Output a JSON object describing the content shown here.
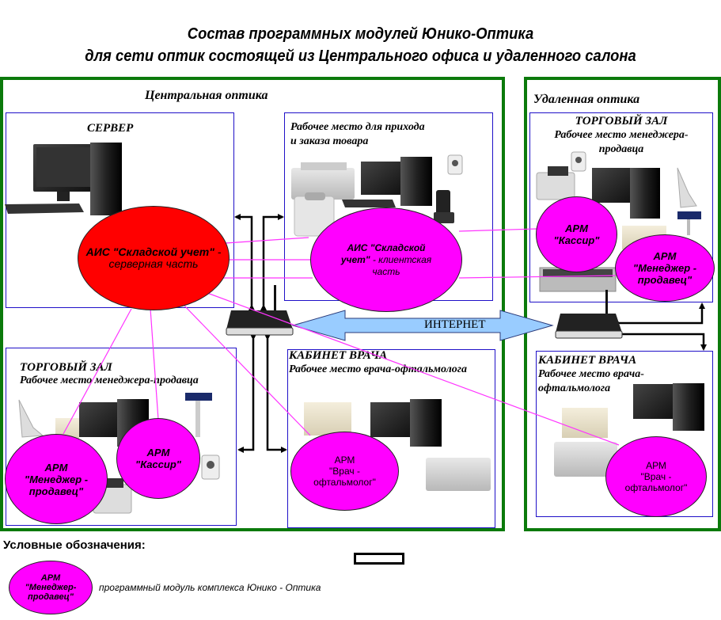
{
  "title": {
    "line1": "Состав программных модулей Юнико-Оптика",
    "line2": "для сети оптик состоящей из Центрального офиса и удаленного салона"
  },
  "central": {
    "label": "Центральная оптика",
    "server": {
      "heading": "СЕРВЕР",
      "module": {
        "bold": "АИС \"Складской учет\"",
        "dash": " -",
        "rest": "серверная часть"
      }
    },
    "intake": {
      "heading_line1": "Рабочее место для прихода",
      "heading_line2": "и заказа товара",
      "module": {
        "bold": "АИС \"Складской учет\"",
        "rest": " - клиентская часть"
      }
    },
    "sales": {
      "heading": "ТОРГОВЫЙ ЗАЛ",
      "subheading": "Рабочее место менеджера-продавца",
      "modules": [
        {
          "line1": "АРМ",
          "line2": "\"Менеджер -",
          "line3": "продавец\""
        },
        {
          "line1": "АРМ",
          "line2": "\"Кассир\""
        }
      ]
    },
    "doctor": {
      "heading": "КАБИНЕТ ВРАЧА",
      "subheading": "Рабочее место врача-офтальмолога",
      "module": {
        "line1": "АРМ",
        "line2": "\"Врач -",
        "line3": "офтальмолог\""
      }
    }
  },
  "internet_label": "ИНТЕРНЕТ",
  "remote": {
    "label": "Удаленная оптика",
    "sales": {
      "heading": "ТОРГОВЫЙ ЗАЛ",
      "subheading_line1": "Рабочее место менеджера-",
      "subheading_line2": "продавца",
      "modules": [
        {
          "line1": "АРМ",
          "line2": "\"Кассир\""
        },
        {
          "line1": "АРМ",
          "line2": "\"Менеджер -",
          "line3": "продавец\""
        }
      ]
    },
    "doctor": {
      "heading": "КАБИНЕТ ВРАЧА",
      "subheading_line1": "Рабочее место врача-",
      "subheading_line2": "офтальмолога",
      "module": {
        "line1": "АРМ",
        "line2": "\"Врач -",
        "line3": "офтальмолог\""
      }
    }
  },
  "legend": {
    "heading": "Условные обозначения:",
    "sample": {
      "line1": "АРМ",
      "line2": "\"Менеджер-",
      "line3": "продавец\""
    },
    "description": "программный модуль комплекса Юнико - Оптика"
  },
  "colors": {
    "frame_green": "#0b7a0b",
    "box_blue": "#1f10c8",
    "module_magenta": "#ff00ff",
    "server_red": "#ff0000",
    "internet_arrow": "#99ccff",
    "link_line": "#ff33ff"
  }
}
